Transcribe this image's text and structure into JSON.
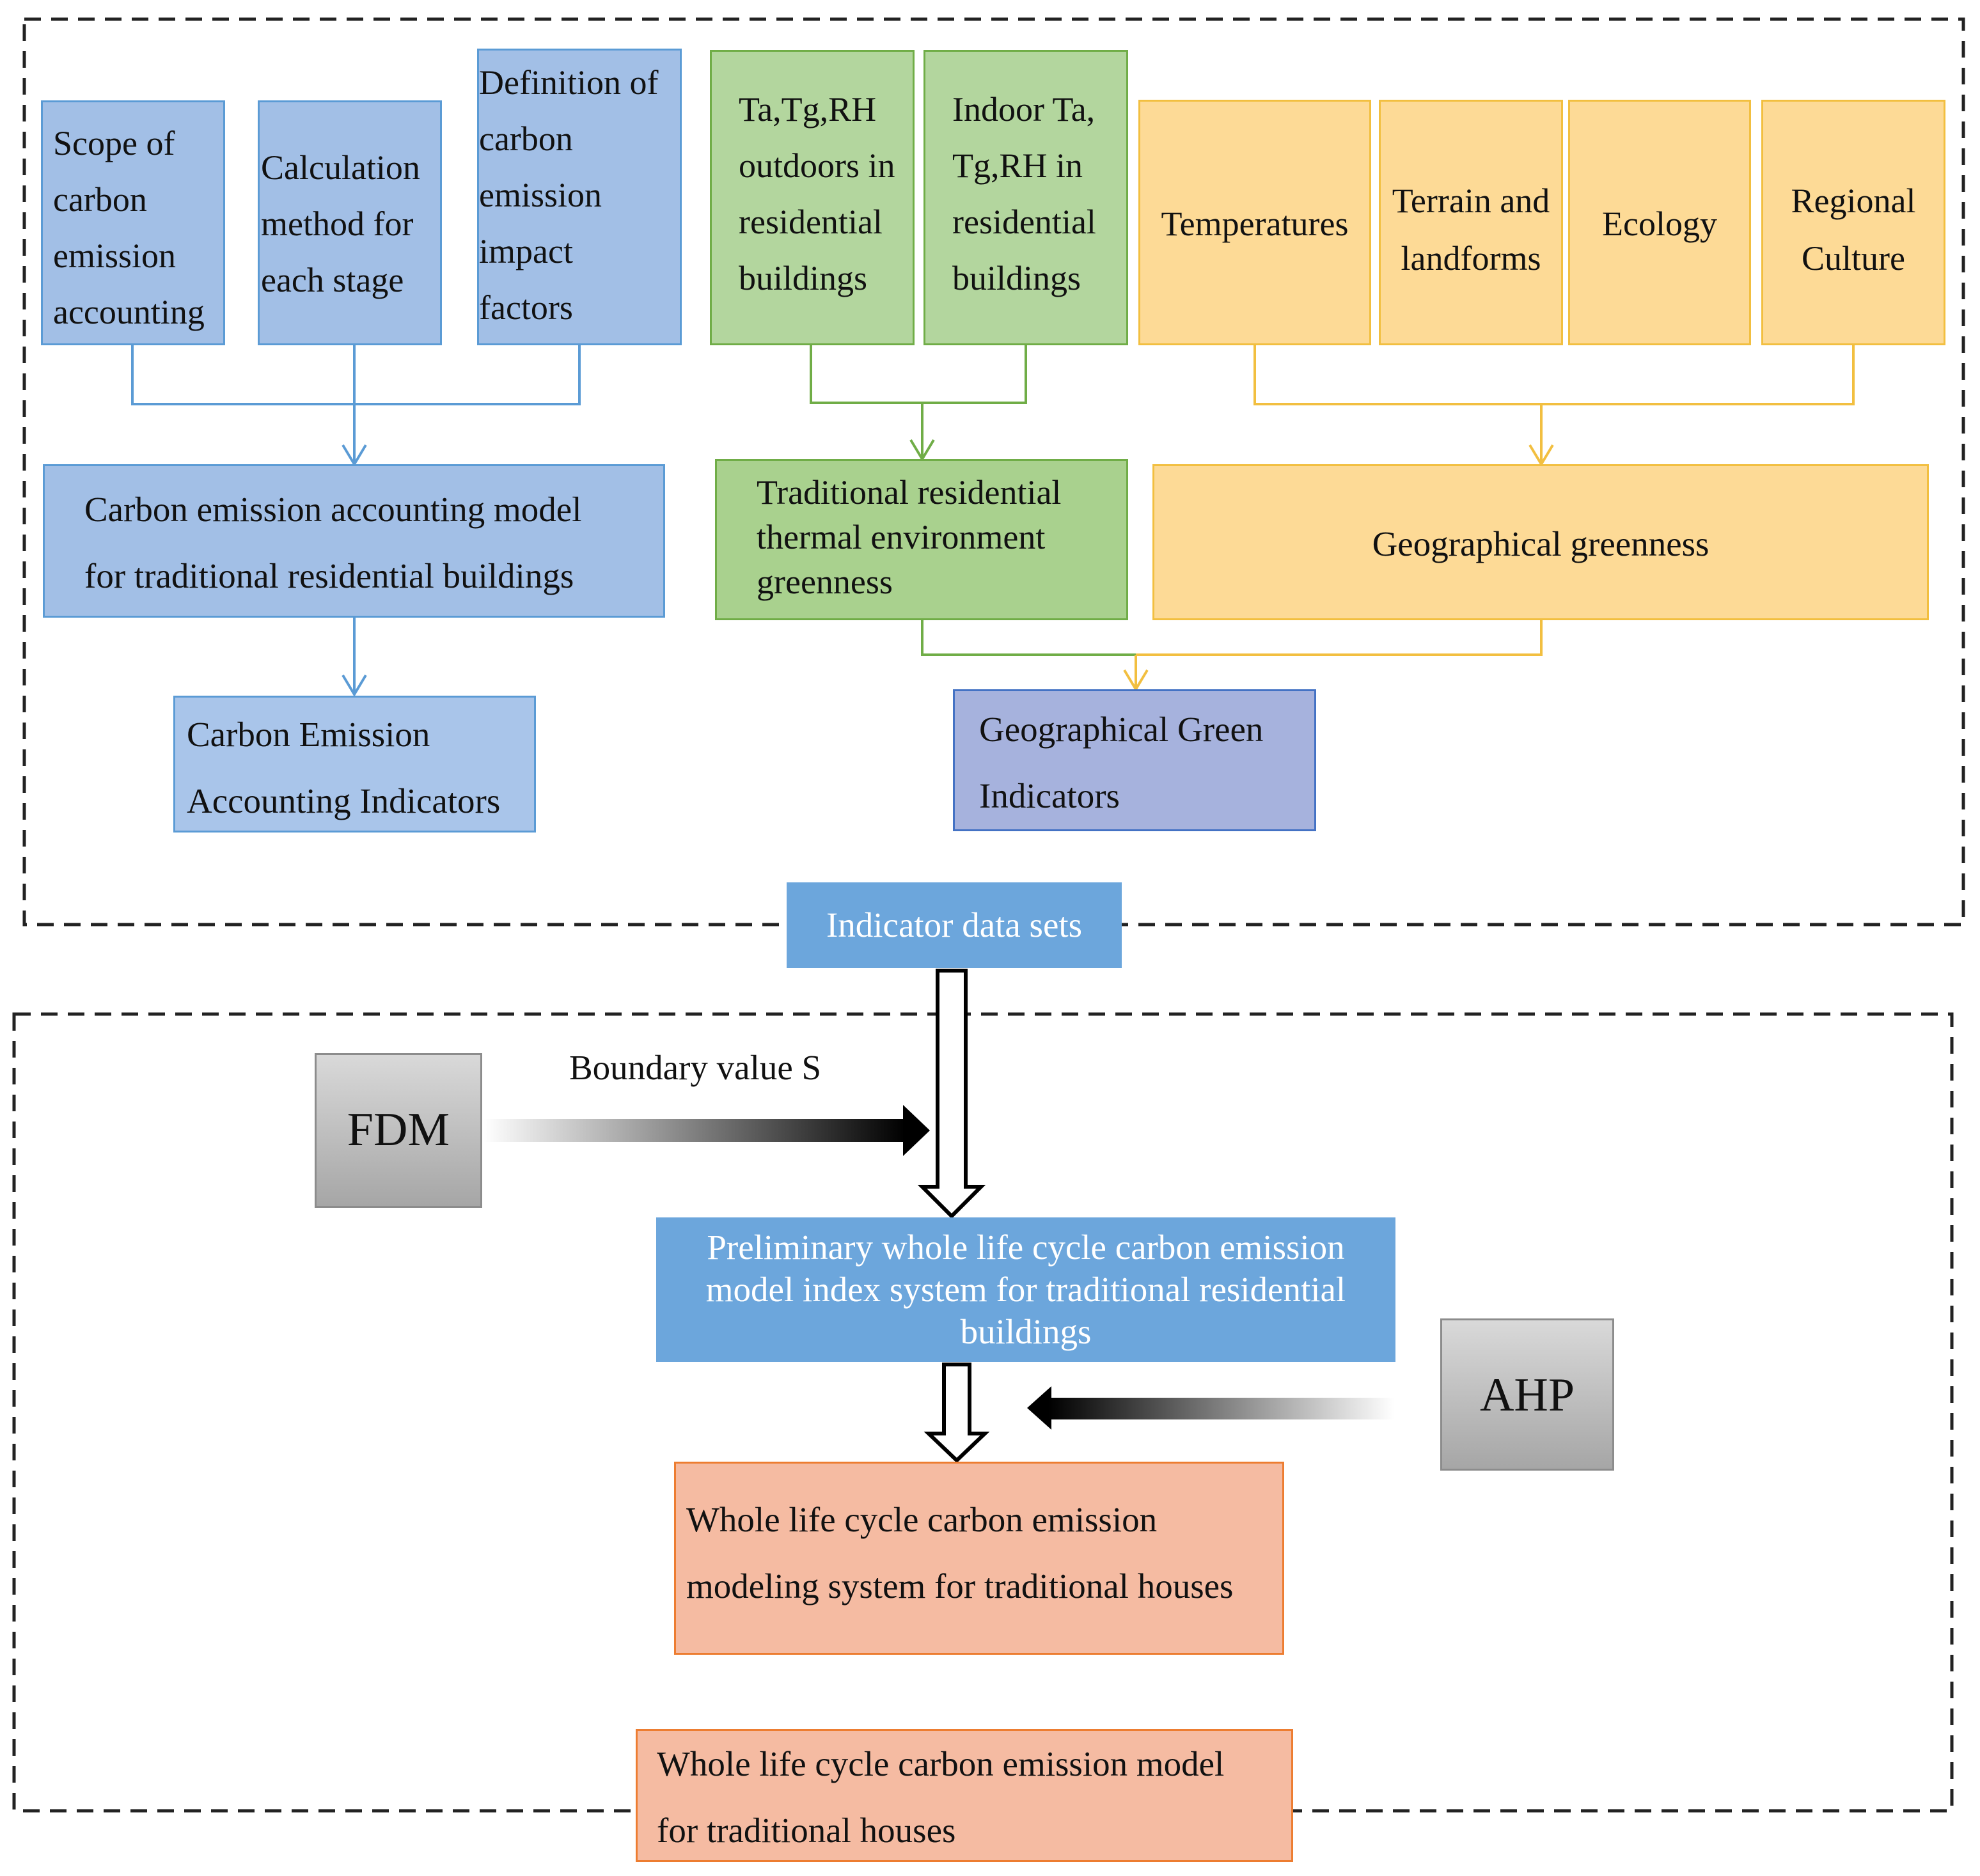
{
  "carbon_branch": {
    "scope": "Scope of\ncarbon\nemission\naccounting",
    "calculation": "Calculation\nmethod for\neach stage",
    "definition": "Definition of\ncarbon\nemission\nimpact\nfactors",
    "model": "Carbon emission accounting model\nfor traditional residential buildings",
    "indicators": "Carbon Emission\nAccounting Indicators"
  },
  "thermal_branch": {
    "outdoor": "Ta,Tg,RH\noutdoors in\nresidential\nbuildings",
    "indoor": "Indoor Ta,\nTg,RH in\nresidential\nbuildings",
    "greenness": "Traditional residential\nthermal environment\ngreenness"
  },
  "geo_branch": {
    "temperatures": "Temperatures",
    "terrain": "Terrain and\nlandforms",
    "ecology": "Ecology",
    "culture": "Regional\nCulture",
    "greenness": "Geographical greenness",
    "indicators": "Geographical Green\nIndicators"
  },
  "indicator_data_sets": "Indicator data sets",
  "fdm": "FDM",
  "boundary_value": "Boundary value S",
  "preliminary_system": "Preliminary whole life cycle carbon emission\nmodel index system for traditional residential\nbuildings",
  "ahp": "AHP",
  "modeling_system": "Whole life cycle carbon emission\nmodeling system for traditional houses",
  "final_model": "Whole life cycle carbon emission model\nfor traditional houses",
  "colors": {
    "blue_box": "#a2bfe6",
    "blue_line": "#5b9bd5",
    "green_box": "#b3d69e",
    "green_line": "#70ad47",
    "gold_box": "#fdda96",
    "gold_line": "#f2bf40",
    "violet_box": "#a6b2dd",
    "mid_blue": "#6ca6dc",
    "peach_box": "#f5bba2",
    "peach_line": "#ed7d31"
  }
}
